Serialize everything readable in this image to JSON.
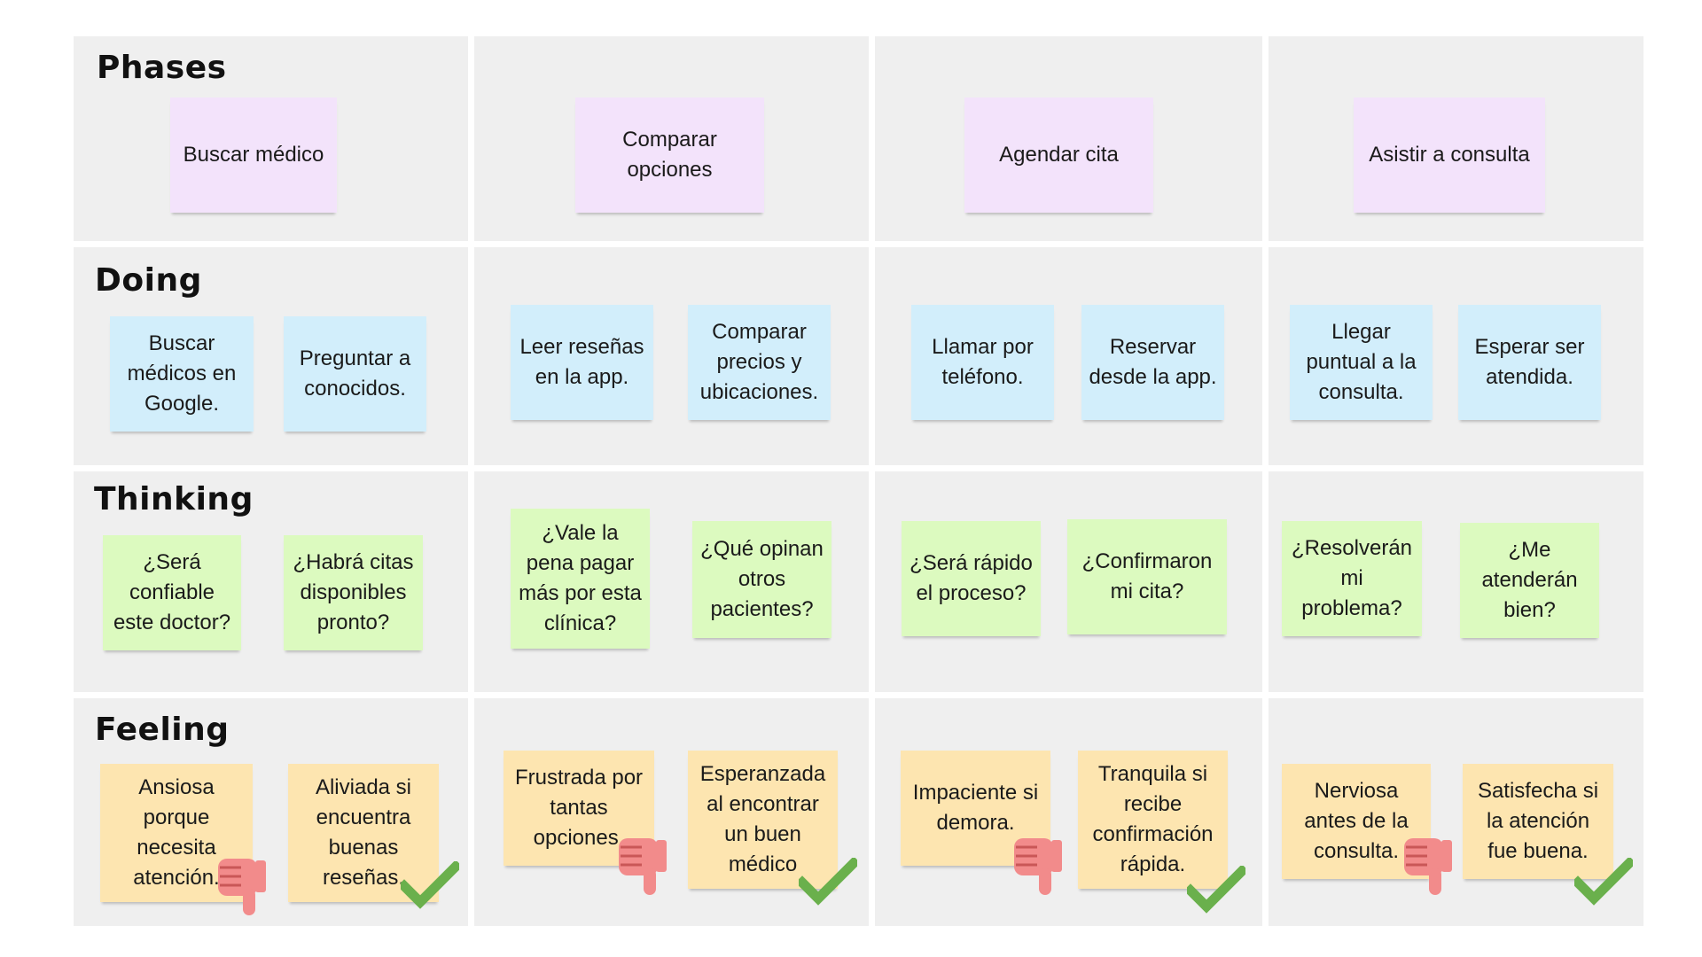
{
  "rows": {
    "phases": {
      "title": "Phases"
    },
    "doing": {
      "title": "Doing"
    },
    "thinking": {
      "title": "Thinking"
    },
    "feeling": {
      "title": "Feeling"
    }
  },
  "phases": [
    "Buscar médico",
    "Comparar opciones",
    "Agendar cita",
    "Asistir a consulta"
  ],
  "doing": [
    "Buscar médicos en Google.",
    "Preguntar a conocidos.",
    "Leer reseñas en la app.",
    "Comparar precios y ubicaciones.",
    "Llamar por teléfono.",
    "Reservar desde la app.",
    "Llegar puntual a la consulta.",
    "Esperar ser atendida."
  ],
  "thinking": [
    "¿Será confiable este doctor?",
    "¿Habrá citas disponibles pronto?",
    "¿Vale la pena pagar más por esta clínica?",
    "¿Qué opinan otros pacientes?",
    "¿Será rápido el proceso?",
    "¿Confirmaron mi cita?",
    "¿Resolverán mi problema?",
    "¿Me atenderán bien?"
  ],
  "feeling": [
    "Ansiosa porque necesita atención.",
    "Aliviada si encuentra buenas reseñas.",
    "Frustrada por tantas opciones.",
    "Esperanzada al encontrar un buen médico",
    "Impaciente si demora.",
    "Tranquila si recibe confirmación rápida.",
    "Nerviosa antes de la consulta.",
    "Satisfecha si la atención fue buena."
  ],
  "feeling_icons": [
    "thumbs-down-icon",
    "checkmark-icon",
    "thumbs-down-icon",
    "checkmark-icon",
    "thumbs-down-icon",
    "checkmark-icon",
    "thumbs-down-icon",
    "checkmark-icon"
  ],
  "colors": {
    "background": "#efefef",
    "phase_note": "#f3e3fb",
    "doing_note": "#d2eefb",
    "thinking_note": "#dcfabf",
    "feeling_note": "#fde5b0",
    "thumbs_down": "#f28b8b",
    "checkmark": "#6ab04c"
  }
}
